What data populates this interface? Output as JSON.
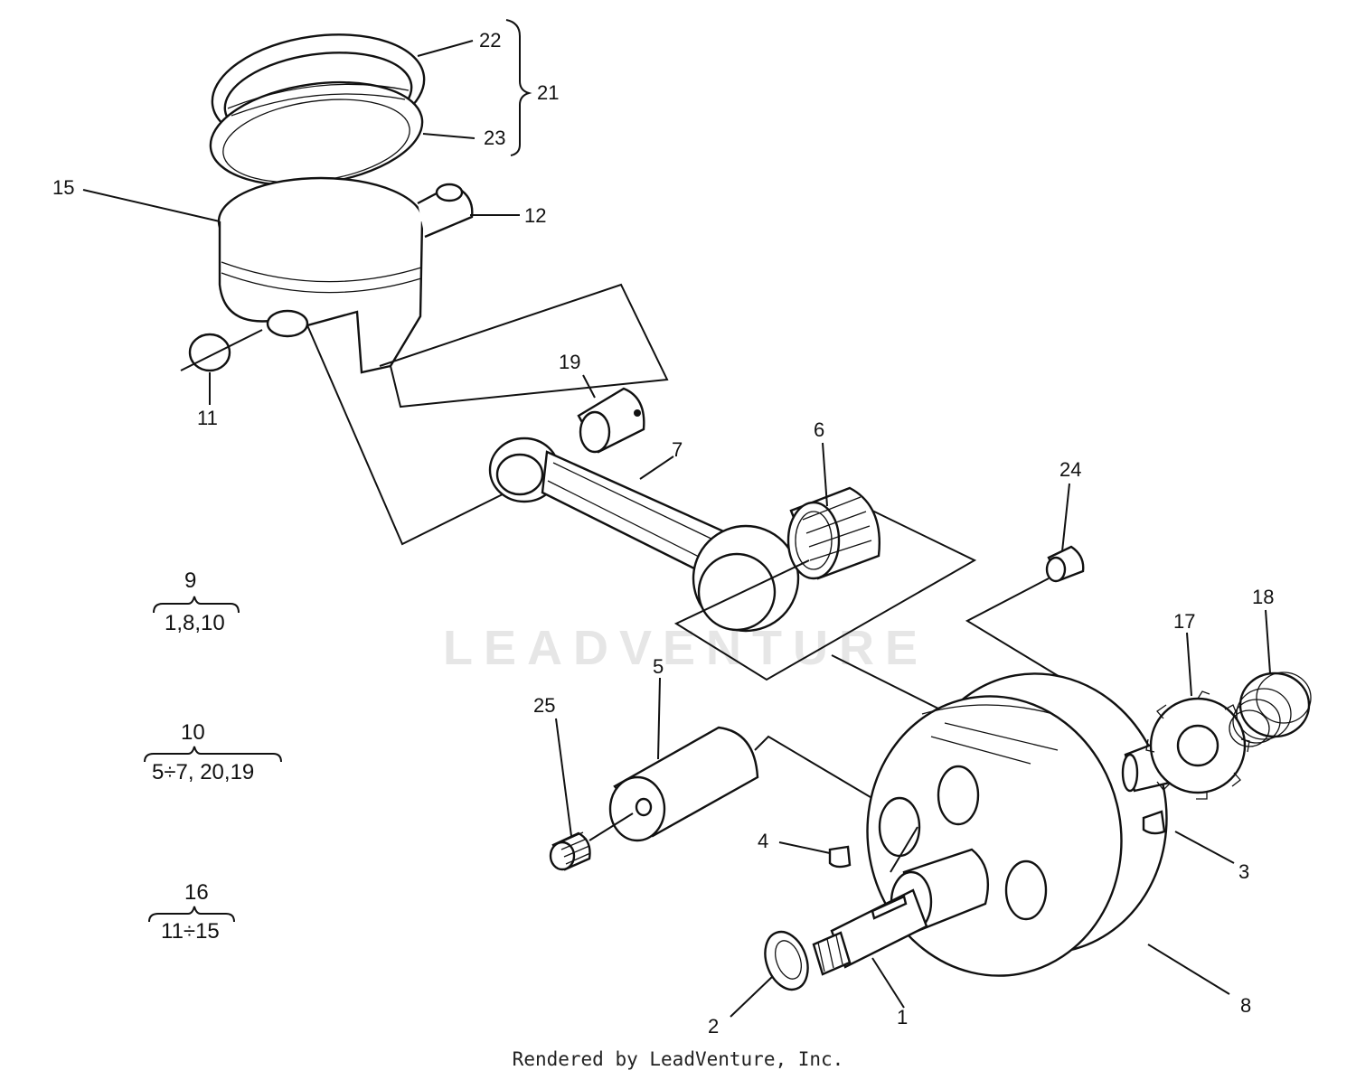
{
  "watermark": "LEADVENTURE",
  "footer": "Rendered by LeadVenture, Inc.",
  "callouts": {
    "c1": "1",
    "c2": "2",
    "c3": "3",
    "c4": "4",
    "c5": "5",
    "c6": "6",
    "c7": "7",
    "c8": "8",
    "c11": "11",
    "c12": "12",
    "c15": "15",
    "c17": "17",
    "c18": "18",
    "c19": "19",
    "c21": "21",
    "c22": "22",
    "c23": "23",
    "c24": "24",
    "c25": "25"
  },
  "groups": {
    "g9": {
      "number": "9",
      "contents": "1,8,10"
    },
    "g10": {
      "number": "10",
      "contents": "5÷7, 20,19"
    },
    "g16": {
      "number": "16",
      "contents": "11÷15"
    }
  }
}
